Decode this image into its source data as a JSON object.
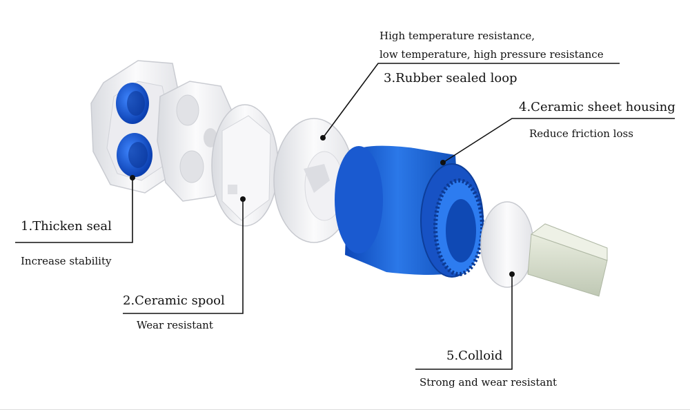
{
  "callouts": {
    "c1": {
      "title": "1.Thicken seal",
      "sub": "Increase stability"
    },
    "c2": {
      "title": "2.Ceramic spool",
      "sub": "Wear resistant"
    },
    "c3": {
      "title": "3.Rubber sealed loop",
      "note_line1": "High temperature resistance,",
      "note_line2": "low temperature, high pressure resistance"
    },
    "c4": {
      "title": "4.Ceramic sheet housing",
      "sub": "Reduce friction loss"
    },
    "c5": {
      "title": "5.Colloid",
      "sub": "Strong and wear resistant"
    }
  },
  "colors": {
    "blue_part": "#1f63d6",
    "blue_dark": "#0f3f9e",
    "white_part": "#f4f4f6",
    "shaft": "#d8dfcf",
    "line": "#111111"
  }
}
